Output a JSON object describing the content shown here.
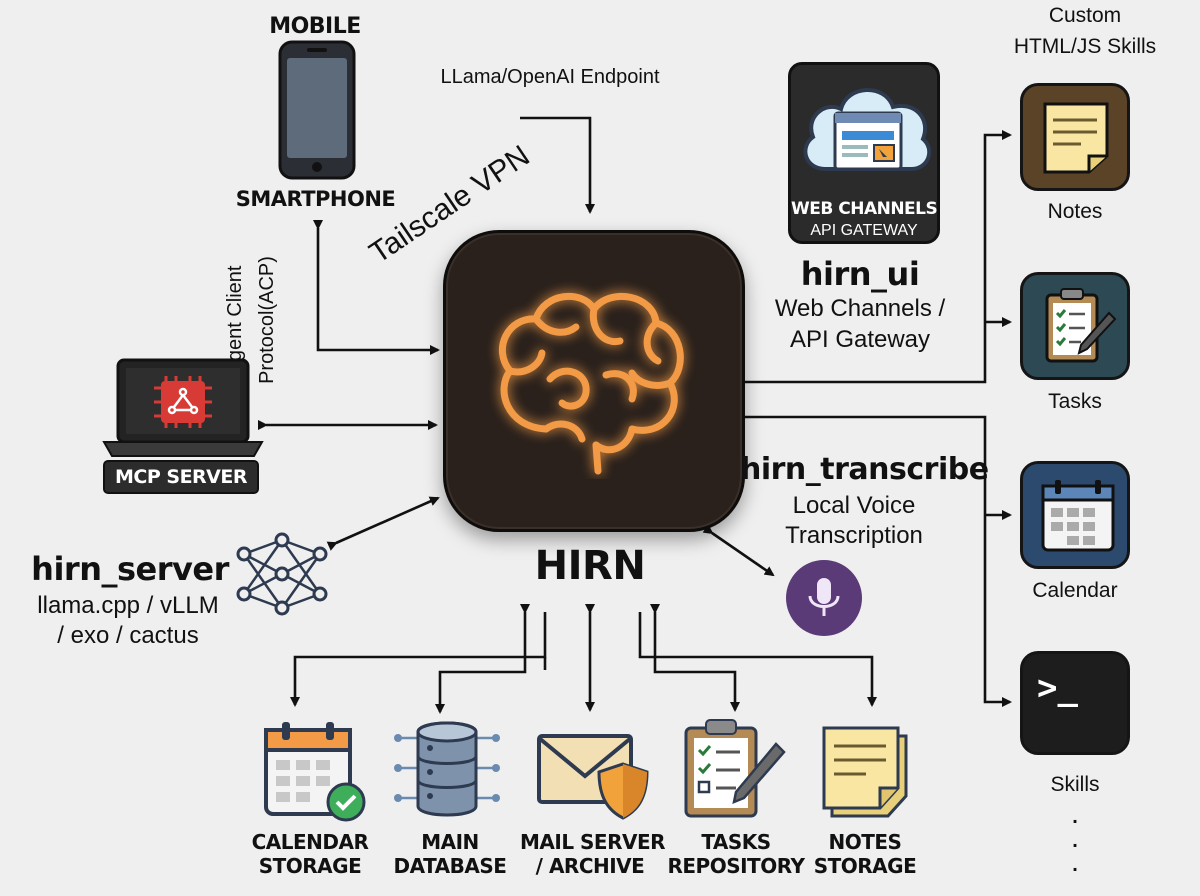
{
  "hub": {
    "label": "HIRN"
  },
  "mobile": {
    "title": "MOBILE",
    "subtitle": "SMARTPHONE"
  },
  "edges": {
    "llama_endpoint": "LLama/OpenAI Endpoint",
    "tailscale": "Tailscale VPN",
    "acp_line1": "Agent Client",
    "acp_line2": "Protocol(ACP)"
  },
  "mcp": {
    "label": "MCP SERVER"
  },
  "server": {
    "title": "hirn_server",
    "line1": "llama.cpp / vLLM",
    "line2": "/ exo / cactus"
  },
  "ui": {
    "badge_line1": "WEB CHANNELS",
    "badge_line2": "API GATEWAY",
    "title": "hirn_ui",
    "line1": "Web Channels /",
    "line2": "API Gateway"
  },
  "transcribe": {
    "title": "hirn_transcribe",
    "line1": "Local Voice",
    "line2": "Transcription"
  },
  "skills": {
    "header_line1": "Custom",
    "header_line2": "HTML/JS Skills",
    "items": [
      "Notes",
      "Tasks",
      "Calendar",
      "Skills"
    ],
    "terminal_prompt": ">_",
    "ellipsis": "."
  },
  "storage": [
    {
      "line1": "CALENDAR",
      "line2": "STORAGE"
    },
    {
      "line1": "MAIN",
      "line2": "DATABASE"
    },
    {
      "line1": "MAIL SERVER",
      "line2": "/ ARCHIVE"
    },
    {
      "line1": "TASKS",
      "line2": "REPOSITORY"
    },
    {
      "line1": "NOTES",
      "line2": "STORAGE"
    }
  ],
  "colors": {
    "background": "#efefef",
    "hub": "#2a211c",
    "brain_glow": "#f29a45",
    "mcp_chip": "#d83b35",
    "mic": "#5b3a78",
    "notes_tile": "#5a4326",
    "tasks_tile": "#2d4953",
    "calendar_tile": "#2b4a6e",
    "skills_tile": "#1d1d1d"
  }
}
